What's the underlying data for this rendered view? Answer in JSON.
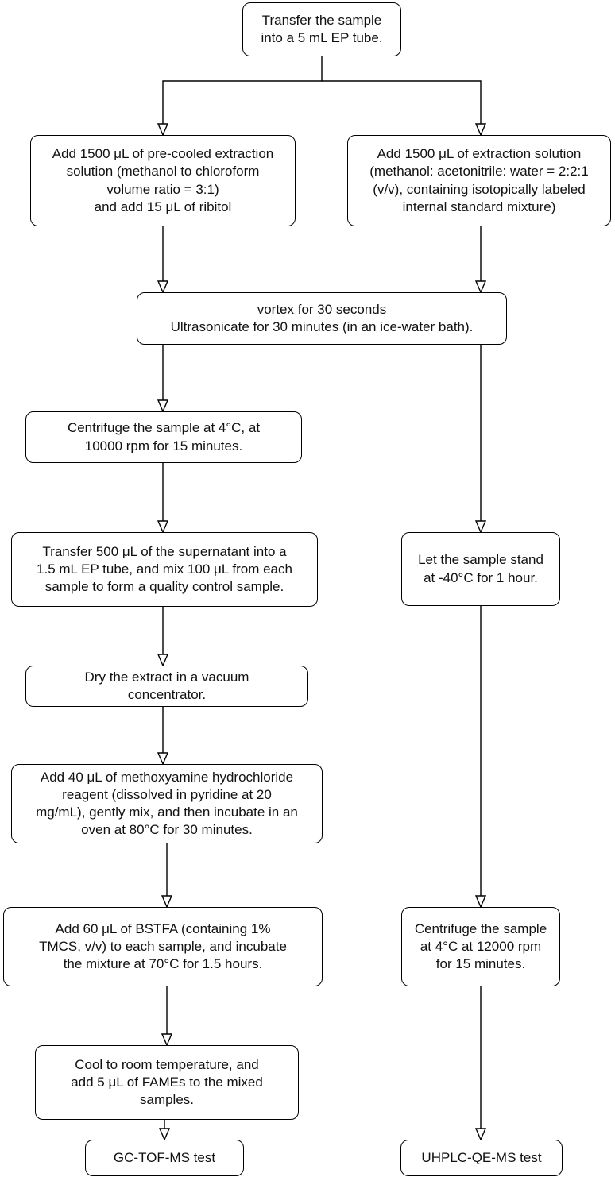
{
  "flowchart": {
    "nodes": [
      {
        "id": "n0",
        "text": "Transfer the sample\ninto a 5 mL EP tube."
      },
      {
        "id": "n1",
        "text": "Add 1500 μL of pre-cooled extraction\nsolution (methanol to chloroform\nvolume ratio = 3:1)\nand add 15 μL of ribitol"
      },
      {
        "id": "n2",
        "text": "Add 1500 μL of extraction solution\n(methanol: acetonitrile: water = 2:2:1\n(v/v), containing isotopically labeled\ninternal standard mixture)"
      },
      {
        "id": "n3",
        "text": "vortex for 30 seconds\nUltrasonicate for 30 minutes (in an ice-water bath)."
      },
      {
        "id": "n4",
        "text": "Centrifuge the sample at 4°C, at\n10000 rpm for 15 minutes."
      },
      {
        "id": "n5",
        "text": "Transfer 500 μL of the supernatant into a\n1.5 mL EP tube, and mix 100 μL from each\nsample to form a quality control sample."
      },
      {
        "id": "n6",
        "text": "Dry the extract in a vacuum\nconcentrator."
      },
      {
        "id": "n7",
        "text": "Add 40 μL of methoxyamine hydrochloride\nreagent (dissolved in pyridine at 20\nmg/mL), gently mix, and then incubate in an\noven at 80°C for 30 minutes."
      },
      {
        "id": "n8",
        "text": "Add 60 μL of BSTFA (containing 1%\nTMCS, v/v) to each sample, and incubate\nthe mixture at 70°C for 1.5 hours."
      },
      {
        "id": "n9",
        "text": "Cool to room temperature, and\nadd 5 μL of FAMEs to the mixed\nsamples."
      },
      {
        "id": "n10",
        "text": "GC-TOF-MS test"
      },
      {
        "id": "n11",
        "text": "Let the sample stand\nat -40°C for 1 hour."
      },
      {
        "id": "n12",
        "text": "Centrifuge the sample\nat 4°C at 12000 rpm\nfor 15 minutes."
      },
      {
        "id": "n13",
        "text": "UHPLC-QE-MS test"
      }
    ],
    "edges": [
      {
        "from": "n0",
        "to": "n1"
      },
      {
        "from": "n0",
        "to": "n2"
      },
      {
        "from": "n1",
        "to": "n3"
      },
      {
        "from": "n2",
        "to": "n3"
      },
      {
        "from": "n3",
        "to": "n4"
      },
      {
        "from": "n4",
        "to": "n5"
      },
      {
        "from": "n5",
        "to": "n6"
      },
      {
        "from": "n6",
        "to": "n7"
      },
      {
        "from": "n7",
        "to": "n8"
      },
      {
        "from": "n8",
        "to": "n9"
      },
      {
        "from": "n9",
        "to": "n10"
      },
      {
        "from": "n3",
        "to": "n11"
      },
      {
        "from": "n11",
        "to": "n12"
      },
      {
        "from": "n12",
        "to": "n13"
      }
    ]
  }
}
